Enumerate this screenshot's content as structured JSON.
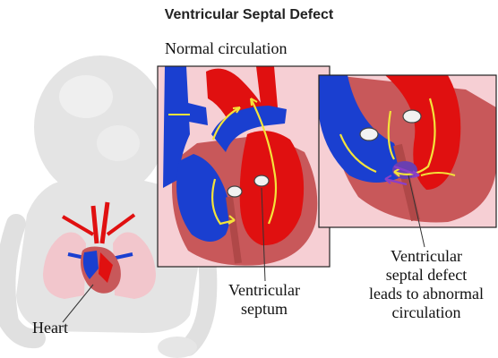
{
  "title": "Ventricular Septal Defect",
  "labels": {
    "normal_circulation": "Normal circulation",
    "ventricular_septum": [
      "Ventricular",
      "septum"
    ],
    "vsd": [
      "Ventricular",
      "septal defect",
      "leads to abnormal",
      "circulation"
    ],
    "heart": "Heart"
  },
  "colors": {
    "oxygenated": "#e01010",
    "deoxygenated": "#1a3fd0",
    "muscle": "#c8585a",
    "flow_arrow": "#f4e33a",
    "mixing_arrow": "#8a3fc8",
    "skin": "#e4e4e4",
    "lung": "#f2c6cc"
  }
}
